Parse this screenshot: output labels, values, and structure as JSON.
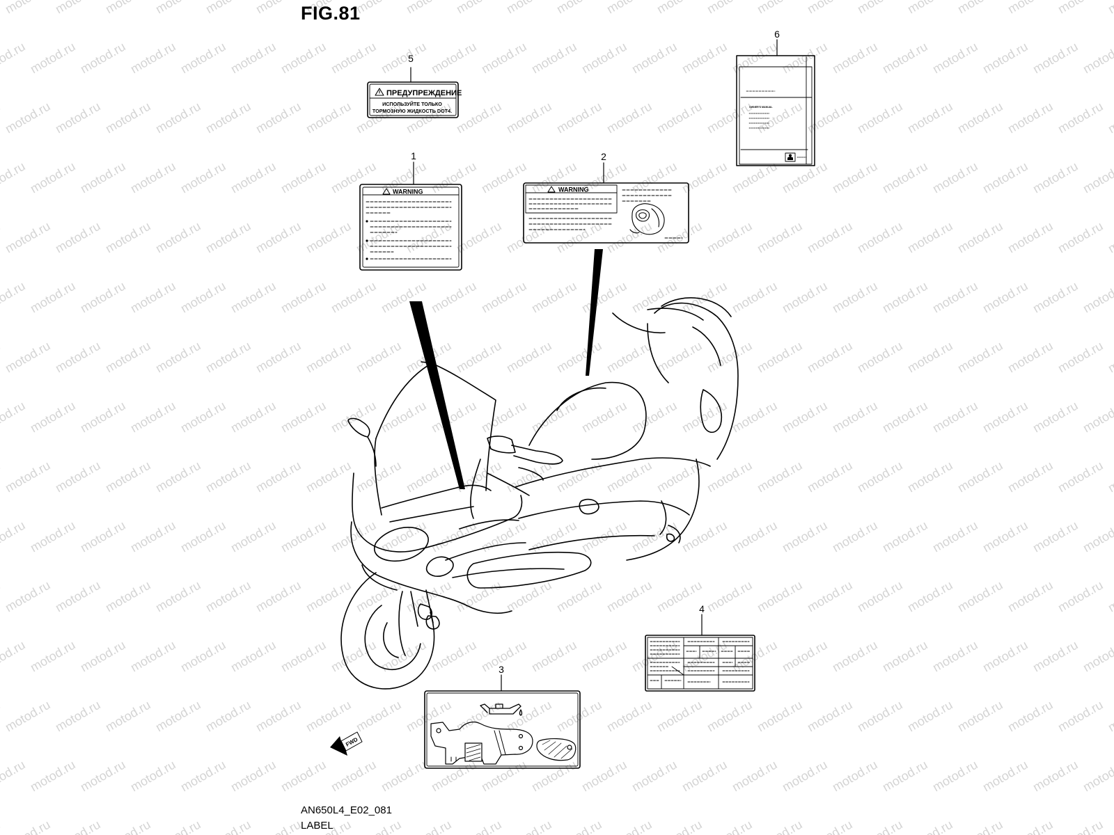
{
  "figure": {
    "title": "FIG.81",
    "code": "AN650L4_E02_081",
    "name": "LABEL"
  },
  "watermark": {
    "text": "motod.ru",
    "color": "#d4d4d4"
  },
  "fwd": {
    "text": "FWD"
  },
  "callouts": [
    {
      "id": "1",
      "label": "1"
    },
    {
      "id": "2",
      "label": "2"
    },
    {
      "id": "3",
      "label": "3"
    },
    {
      "id": "4",
      "label": "4"
    },
    {
      "id": "5",
      "label": "5"
    },
    {
      "id": "6",
      "label": "6"
    }
  ],
  "labels": {
    "label1": {
      "heading": "WARNING",
      "heading_icon": "warning-triangle-icon"
    },
    "label2": {
      "heading": "WARNING",
      "heading_icon": "warning-triangle-icon"
    },
    "label3": {
      "icons": [
        "oil-can-icon",
        "oil-level-window-icon"
      ]
    },
    "label5": {
      "heading": "ПРЕДУПРЕЖДЕНИЕ",
      "line1": "ИСПОЛЬЗУЙТЕ ТОЛЬКО",
      "line2": "ТОРМОЗНУЮ ЖИДКОСТЬ DOT4.",
      "heading_icon": "warning-triangle-icon"
    },
    "label6": {
      "manual_title": "OWNER'S MANUAL",
      "logo_icon": "brand-logo-icon"
    }
  }
}
